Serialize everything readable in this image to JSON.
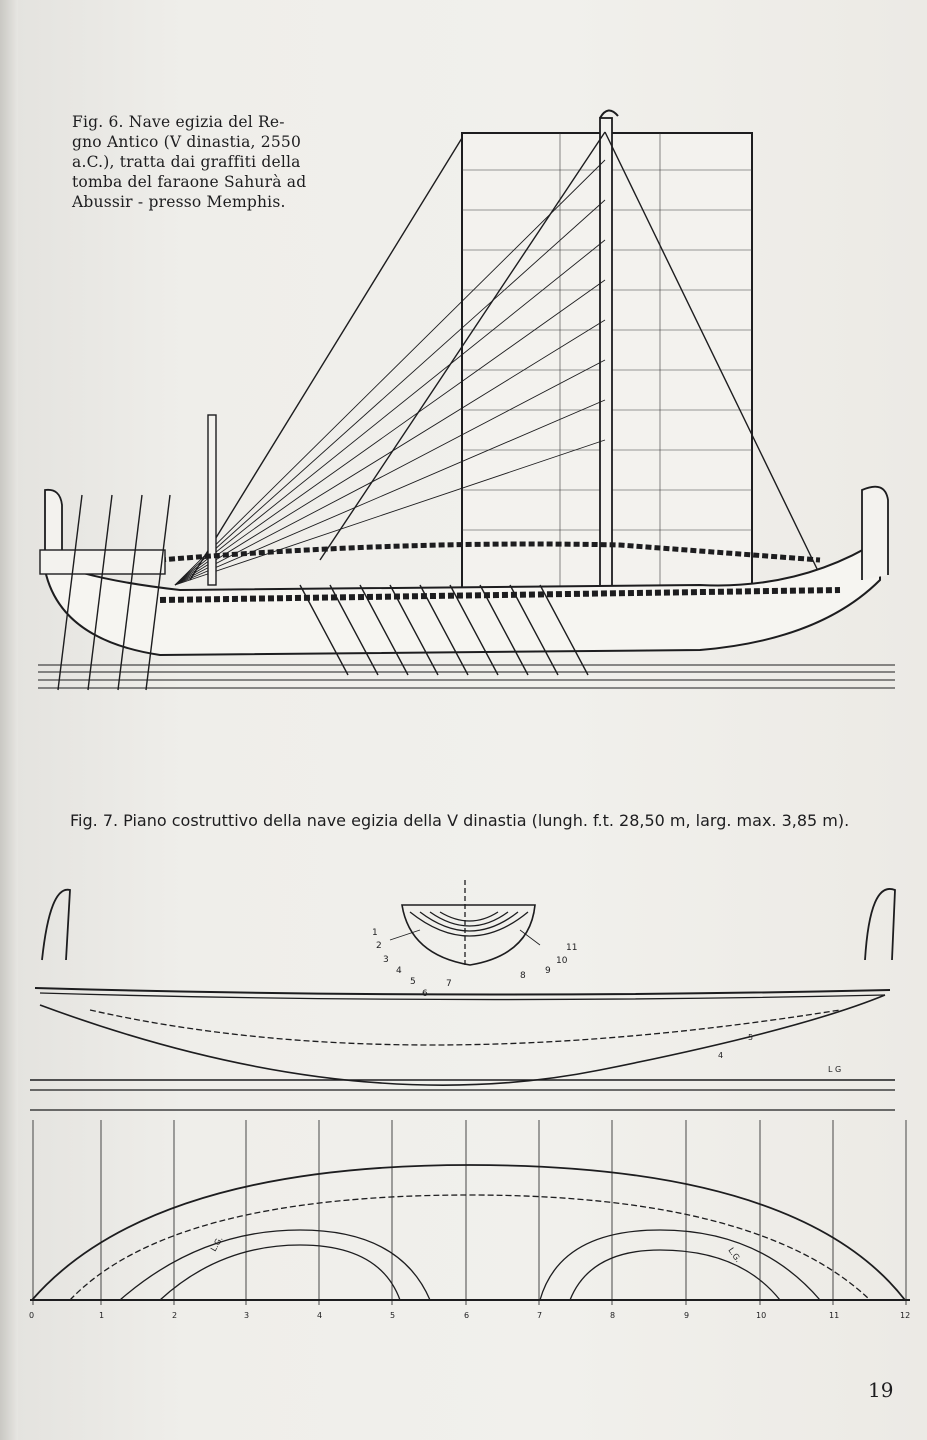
{
  "figure6": {
    "caption_lines": [
      "Fig. 6. Nave egizia del Re-",
      "gno Antico (V dinastia, 2550",
      "a.C.), tratta dai graffiti della",
      "tomba del faraone Sahurà ad",
      "Abussir - presso Memphis."
    ]
  },
  "figure7": {
    "caption": "Fig. 7. Piano costruttivo della nave egizia della V dinastia (lungh. f.t. 28,50 m, larg. max. 3,85 m).",
    "section_numbers": [
      "1",
      "2",
      "3",
      "4",
      "5",
      "6",
      "7",
      "8",
      "9",
      "10",
      "11"
    ],
    "station_numbers": [
      "0",
      "1",
      "2",
      "3",
      "4",
      "5",
      "6",
      "7",
      "8",
      "9",
      "10",
      "11",
      "12"
    ],
    "profile_labels": {
      "waterline": "L G",
      "line_a": "4",
      "line_b": "5"
    },
    "plan_labels": {
      "left": "L.G.",
      "right": "L.G."
    }
  },
  "page_number": "19"
}
